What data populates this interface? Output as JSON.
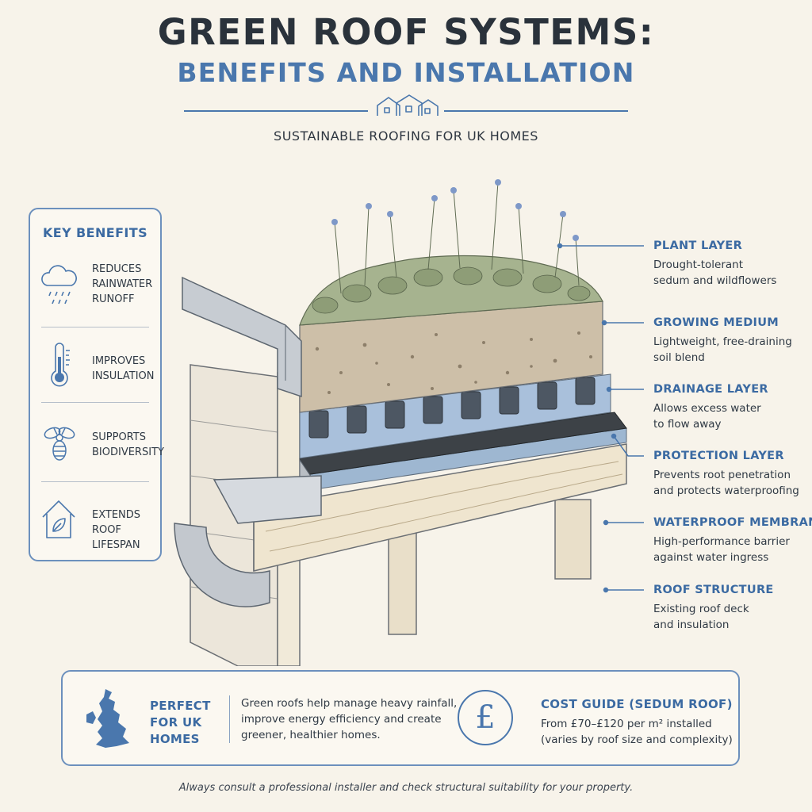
{
  "header": {
    "title": "GREEN ROOF SYSTEMS:",
    "subtitle": "BENEFITS AND INSTALLATION",
    "tagline": "SUSTAINABLE ROOFING FOR UK HOMES"
  },
  "benefits": {
    "title": "KEY BENEFITS",
    "items": [
      {
        "label": "Reduces\nrainwater\nrunoff",
        "icon": "rain-cloud-icon"
      },
      {
        "label": "Improves\ninsulation",
        "icon": "thermometer-icon"
      },
      {
        "label": "Supports\nbiodiversity",
        "icon": "bee-icon"
      },
      {
        "label": "Extends roof\nlifespan",
        "icon": "house-leaf-icon"
      }
    ]
  },
  "layers": [
    {
      "title": "PLANT LAYER",
      "desc": "Drought-tolerant\nsedum and wildflowers"
    },
    {
      "title": "GROWING MEDIUM",
      "desc": "Lightweight, free-draining\nsoil blend"
    },
    {
      "title": "DRAINAGE LAYER",
      "desc": "Allows excess water\nto flow away"
    },
    {
      "title": "PROTECTION LAYER",
      "desc": "Prevents root penetration\nand protects waterproofing"
    },
    {
      "title": "WATERPROOF MEMBRANE",
      "desc": "High-performance barrier\nagainst water ingress"
    },
    {
      "title": "ROOF STRUCTURE",
      "desc": "Existing roof deck\nand insulation"
    }
  ],
  "uk": {
    "label": "PERFECT\nFOR UK\nHOMES",
    "desc": "Green roofs help manage heavy rainfall,\nimprove energy efficiency and create\ngreener, healthier homes."
  },
  "cost": {
    "symbol": "£",
    "title": "COST GUIDE (SEDUM ROOF)",
    "desc": "From £70–£120 per m² installed\n(varies by roof size and complexity)"
  },
  "footer": "Always consult a professional installer and check structural suitability for your property.",
  "colors": {
    "accent": "#4a77ad",
    "title": "#2a323b",
    "background": "#f7f3ea"
  }
}
